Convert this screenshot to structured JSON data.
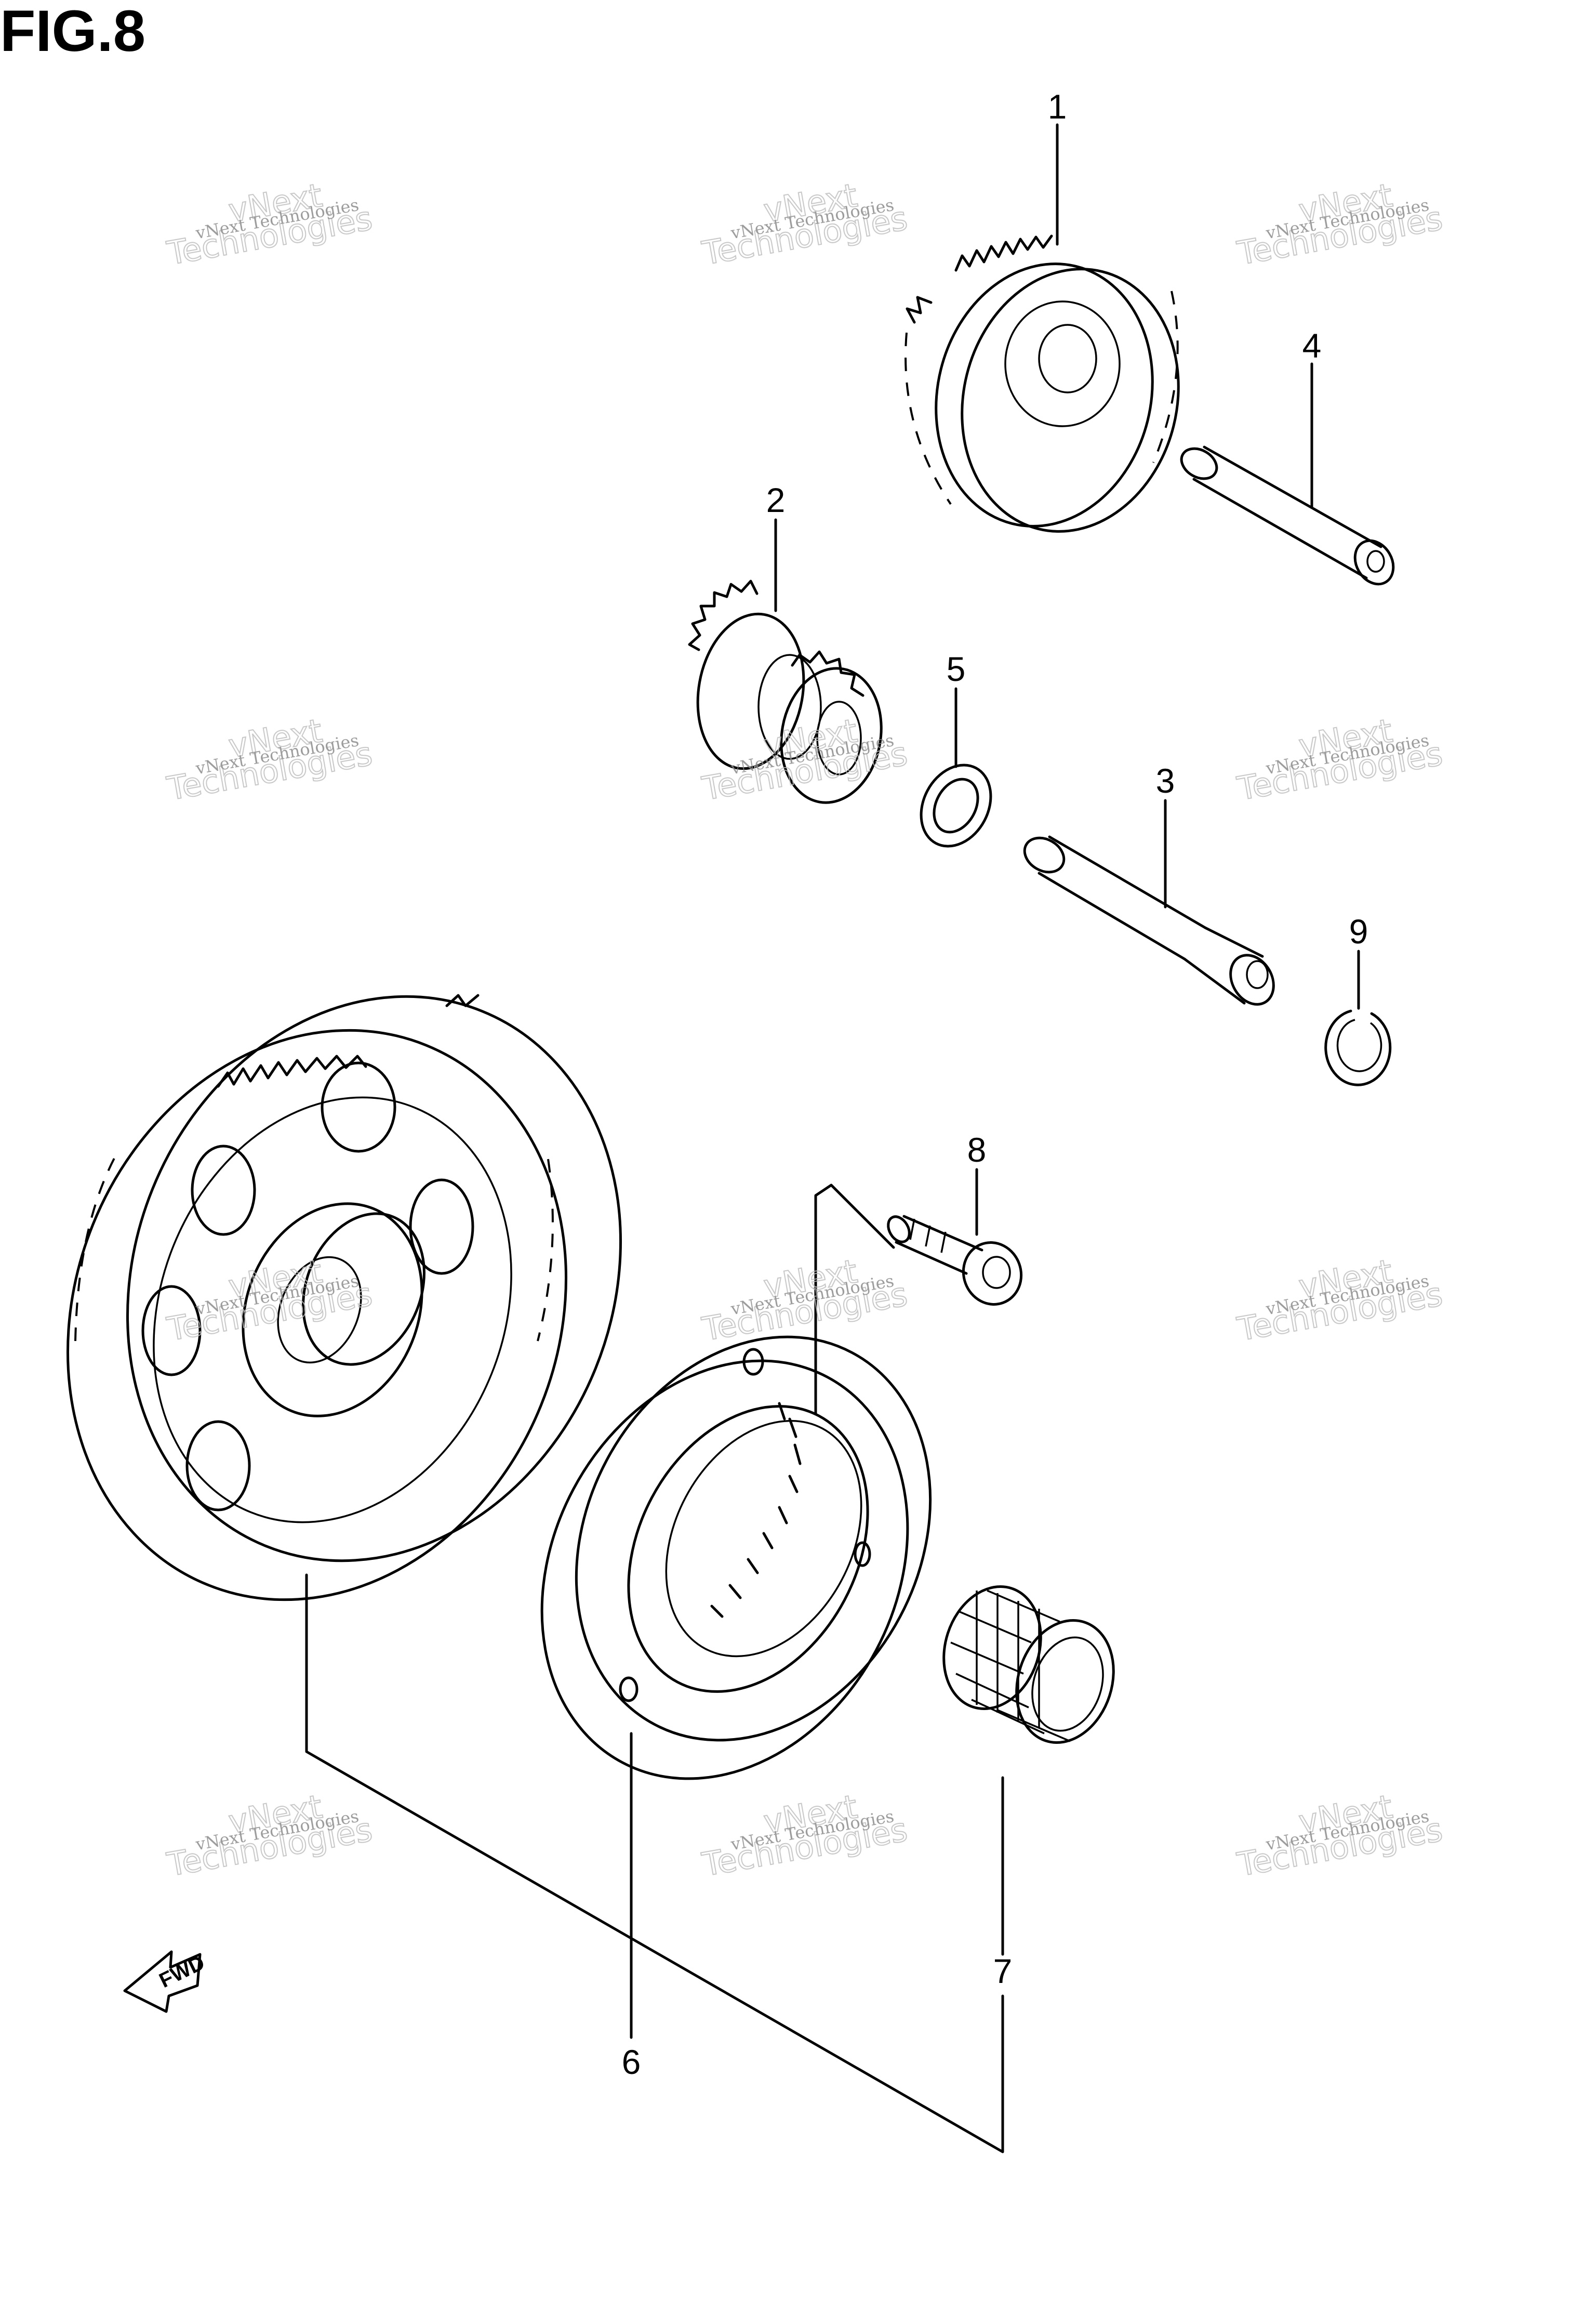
{
  "figure": {
    "title": "FIG.8"
  },
  "callouts": [
    {
      "id": "1",
      "label": "1"
    },
    {
      "id": "2",
      "label": "2"
    },
    {
      "id": "3",
      "label": "3"
    },
    {
      "id": "4",
      "label": "4"
    },
    {
      "id": "5",
      "label": "5"
    },
    {
      "id": "6",
      "label": "6"
    },
    {
      "id": "7",
      "label": "7"
    },
    {
      "id": "8",
      "label": "8"
    },
    {
      "id": "9",
      "label": "9"
    }
  ],
  "watermark": {
    "line1": "vNext Technologies",
    "line2": "Technologies",
    "line3": "vNext"
  },
  "direction": {
    "label": "FWD"
  }
}
